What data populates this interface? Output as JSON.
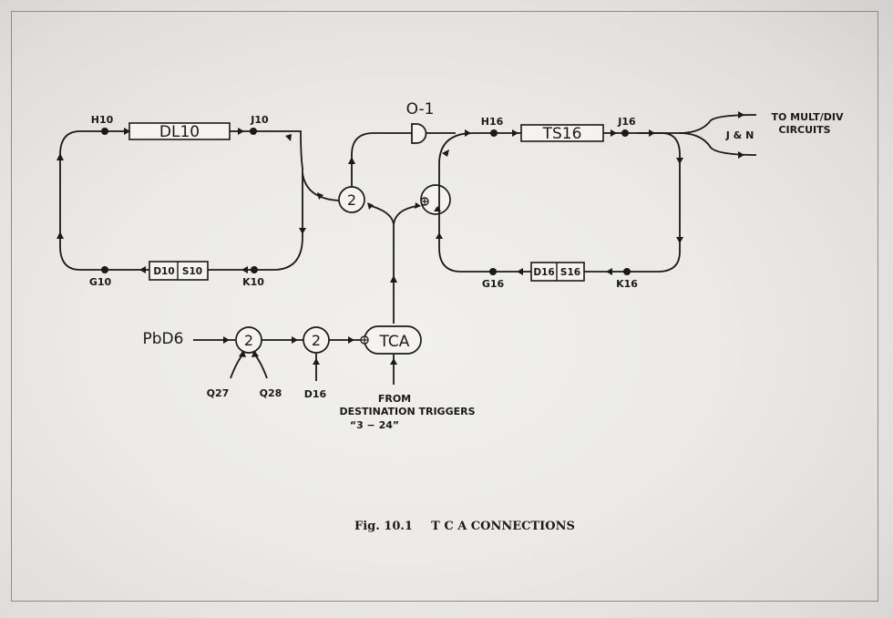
{
  "diagram": {
    "nodes": {
      "h10": "H10",
      "j10": "J10",
      "g10": "G10",
      "k10": "K10",
      "dl10": "DL10",
      "d10": "D10",
      "s10": "S10",
      "o1": "O-1",
      "h16": "H16",
      "j16": "J16",
      "g16": "G16",
      "k16": "K16",
      "ts16": "TS16",
      "d16": "D16",
      "s16": "S16",
      "jn": "J & N",
      "to_mult_div_1": "TO MULT/DIV",
      "to_mult_div_2": "CIRCUITS",
      "and_gate_main": "2",
      "pbd6": "PbD6",
      "gate1": "2",
      "gate2": "2",
      "tca": "TCA",
      "q27": "Q27",
      "q28": "Q28",
      "d16_in": "D16",
      "from_1": "FROM",
      "from_2": "DESTINATION  TRIGGERS",
      "from_3": "“3 − 24”"
    }
  },
  "caption": {
    "fig": "Fig. 10.1",
    "title": "T C A  CONNECTIONS"
  }
}
